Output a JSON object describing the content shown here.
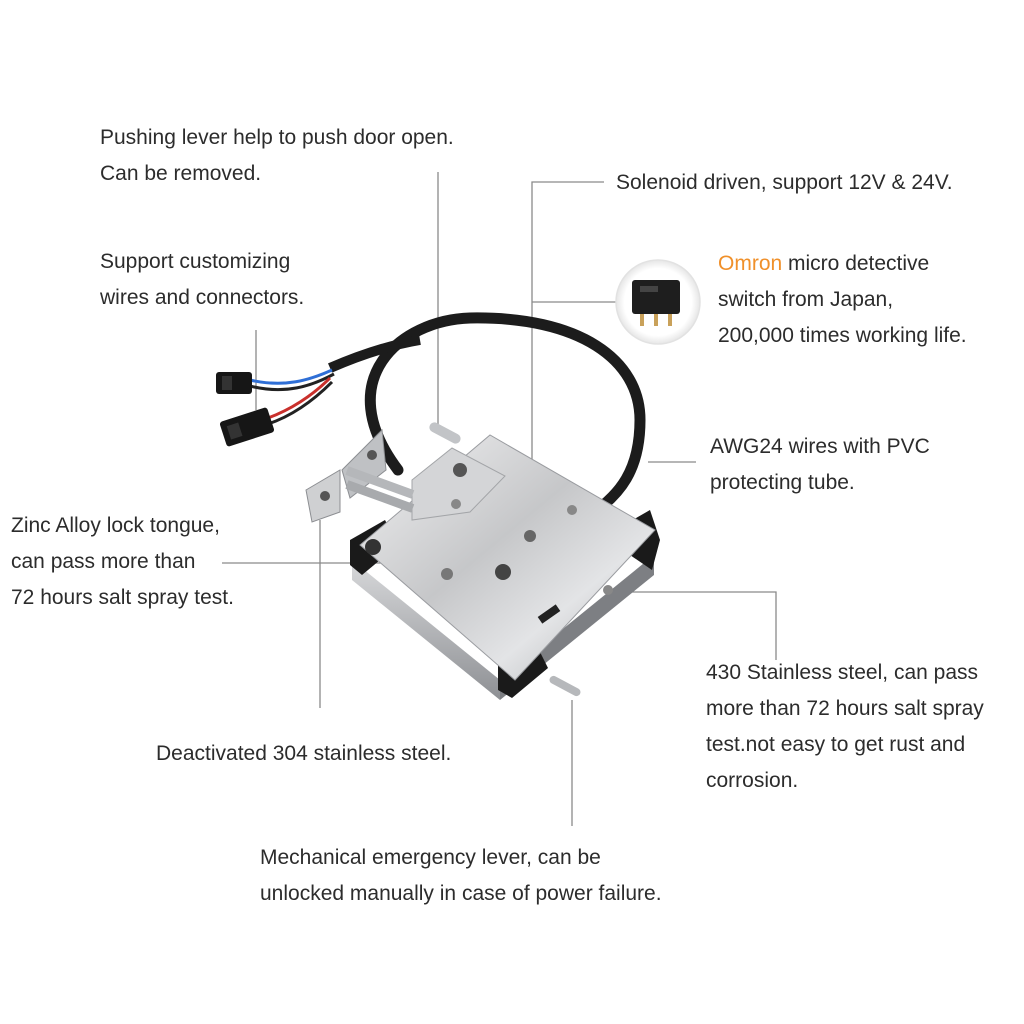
{
  "callouts": {
    "pushing_lever": [
      "Pushing lever help to push door open.",
      "Can be removed."
    ],
    "solenoid": [
      "Solenoid driven, support 12V & 24V."
    ],
    "wires_custom": [
      "Support customizing",
      "wires and connectors."
    ],
    "omron": {
      "brand": "Omron",
      "line1_rest": " micro detective",
      "line2": "switch from Japan,",
      "line3": "200,000 times working life."
    },
    "awg24": [
      "AWG24 wires with PVC",
      "protecting tube."
    ],
    "zinc_tongue": [
      "Zinc Alloy lock tongue,",
      "can pass more than",
      "72 hours salt spray test."
    ],
    "stainless_430": [
      "430 Stainless steel, can pass",
      "more than 72 hours salt spray",
      "test.not easy to get rust and",
      "corrosion."
    ],
    "deactivated_304": [
      "Deactivated 304 stainless steel."
    ],
    "emergency_lever": [
      "Mechanical emergency lever, can be",
      "unlocked manually in case of power failure."
    ]
  },
  "colors": {
    "accent": "#f0902a",
    "leader_line": "#8a8a8a",
    "steel": "#c9cacc",
    "cable": "#1c1c1c"
  },
  "icons": [
    "micro-switch-icon",
    "connector-icon"
  ]
}
